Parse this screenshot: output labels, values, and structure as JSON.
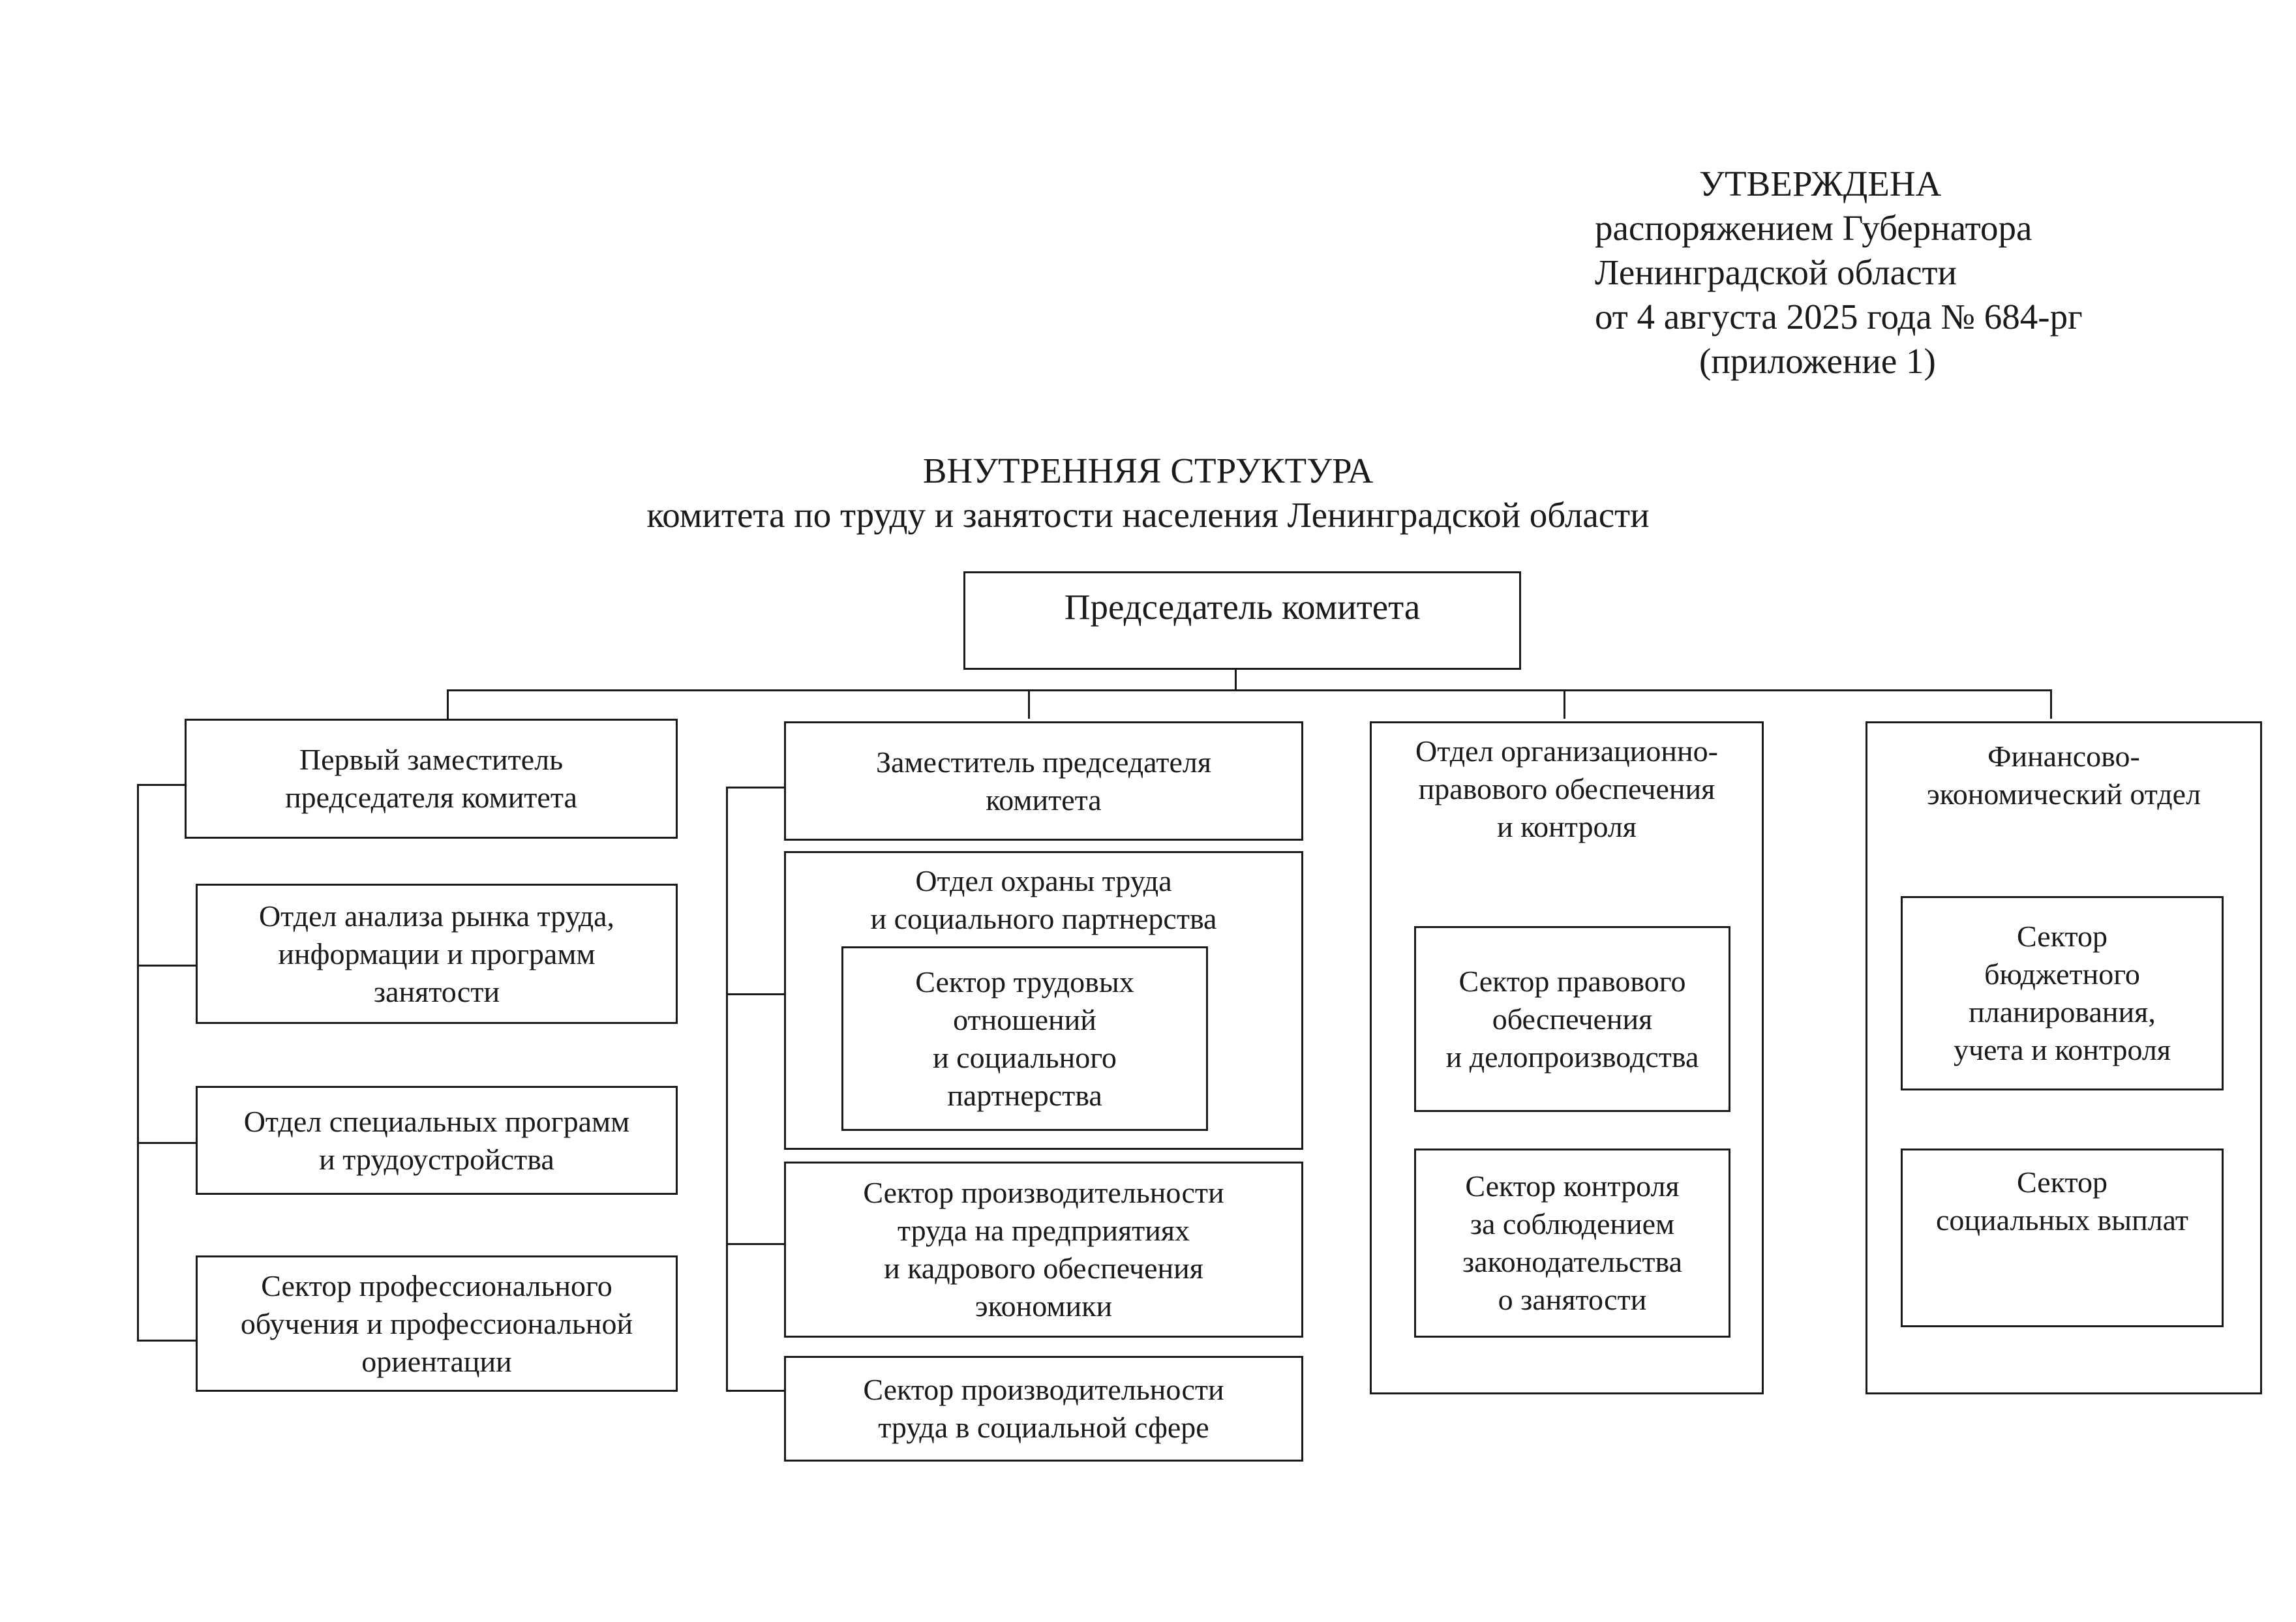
{
  "approval": {
    "title": "УТВЕРЖДЕНА",
    "lines": [
      "распоряжением Губернатора",
      "Ленинградской области",
      "от 4 августа 2025 года № 684-рг"
    ],
    "appendix": "(приложение 1)"
  },
  "heading": {
    "title": "ВНУТРЕННЯЯ СТРУКТУРА",
    "subtitle": "комитета по труду и занятости населения Ленинградской области"
  },
  "org": {
    "chairman": "Председатель комитета",
    "first_deputy": {
      "title": "Первый заместитель\nпредседателя комитета",
      "units": [
        "Отдел анализа рынка труда,\nинформации и программ\nзанятости",
        "Отдел специальных программ\nи трудоустройства",
        "Сектор профессионального\nобучения и профессиональной\nориентации"
      ]
    },
    "deputy": {
      "title": "Заместитель председателя\nкомитета",
      "labor_safety_dept": "Отдел охраны труда\nи социального партнерства",
      "labor_relations_sector": "Сектор трудовых\nотношений\nи социального\nпартнерства",
      "productivity_enterprise_sector": "Сектор производительности\nтруда на предприятиях\nи кадрового обеспечения\nэкономики",
      "productivity_social_sector": "Сектор производительности\nтруда в социальной сфере"
    },
    "legal_dept": {
      "title": "Отдел организационно-\nправового обеспечения\nи контроля",
      "sectors": [
        "Сектор правового\nобеспечения\nи делопроизводства",
        "Сектор контроля\nза соблюдением\nзаконодательства\nо занятости"
      ]
    },
    "finance_dept": {
      "title": "Финансово-\nэкономический отдел",
      "sectors": [
        "Сектор\nбюджетного\nпланирования,\nучета и контроля",
        "Сектор\nсоциальных выплат"
      ]
    }
  }
}
